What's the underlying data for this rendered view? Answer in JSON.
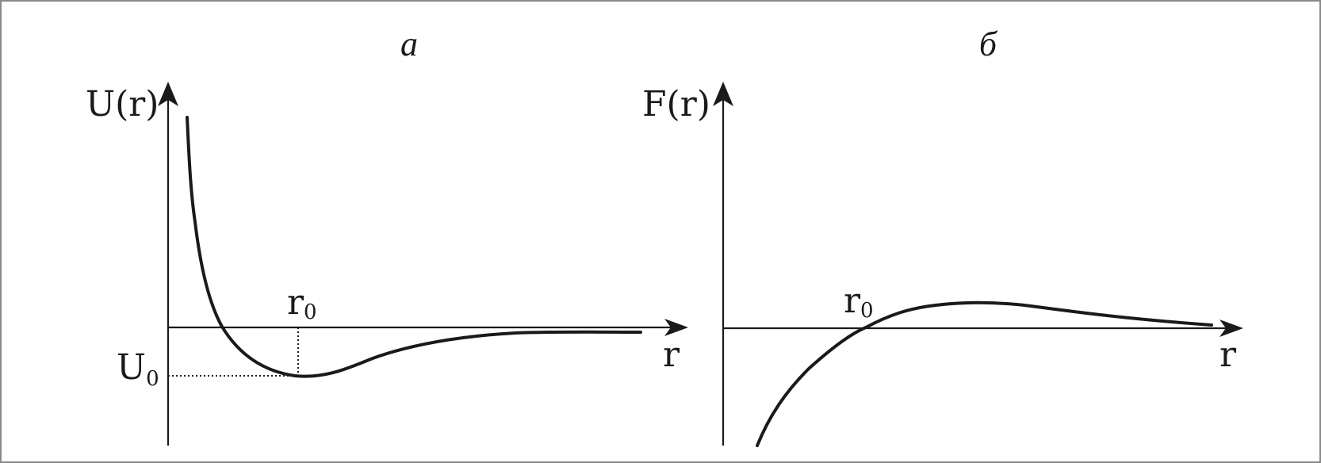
{
  "panels": [
    {
      "label": "a",
      "y_label_main": "U",
      "y_label_arg": "(r)",
      "x_label": "r",
      "marker_x_main": "r",
      "marker_x_sub": "0",
      "marker_y_main": "U",
      "marker_y_sub": "0"
    },
    {
      "label": "б",
      "y_label_main": "F",
      "y_label_arg": "(r)",
      "x_label": "r",
      "marker_x_main": "r",
      "marker_x_sub": "0"
    }
  ],
  "colors": {
    "ink": "#1a1a1a",
    "frame": "#8a8a8a",
    "background": "#ffffff"
  }
}
